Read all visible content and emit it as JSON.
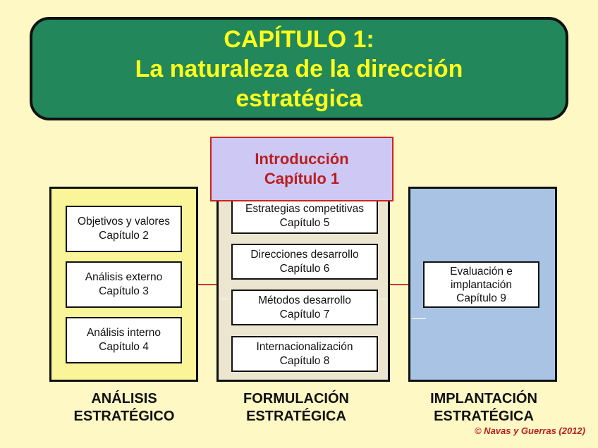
{
  "title": {
    "line1": "CAPÍTULO 1:",
    "line2": "La naturaleza de la dirección",
    "line3": "estratégica"
  },
  "intro": {
    "line1": "Introducción",
    "line2": "Capítulo 1"
  },
  "left_column": {
    "label_line1": "ANÁLISIS",
    "label_line2": "ESTRATÉGICO",
    "items": [
      {
        "line1": "Objetivos y valores",
        "line2": "Capítulo 2"
      },
      {
        "line1": "Análisis externo",
        "line2": "Capítulo 3"
      },
      {
        "line1": "Análisis interno",
        "line2": "Capítulo 4"
      }
    ]
  },
  "middle_column": {
    "label_line1": "FORMULACIÓN",
    "label_line2": "ESTRATÉGICA",
    "items": [
      {
        "line1": "Estrategias competitivas",
        "line2": "Capítulo 5"
      },
      {
        "line1": "Direcciones desarrollo",
        "line2": "Capítulo 6"
      },
      {
        "line1": "Métodos desarrollo",
        "line2": "Capítulo 7"
      },
      {
        "line1": "Internacionalización",
        "line2": "Capítulo 8"
      }
    ]
  },
  "right_column": {
    "label_line1": "IMPLANTACIÓN",
    "label_line2": "ESTRATÉGICA",
    "items": [
      {
        "line1": "Evaluación e",
        "line2": "implantación",
        "line3": "Capítulo 9"
      }
    ]
  },
  "copyright": "© Navas y Guerras (2012)",
  "colors": {
    "background": "#fdf8c4",
    "title_bg": "#22875a",
    "title_text": "#ffff1e",
    "left_column": "#fbf59a",
    "middle_column": "#ece5cf",
    "right_column": "#a9c3e4",
    "intro_bg": "#cdc8f4",
    "accent_red": "#b81f1f"
  }
}
